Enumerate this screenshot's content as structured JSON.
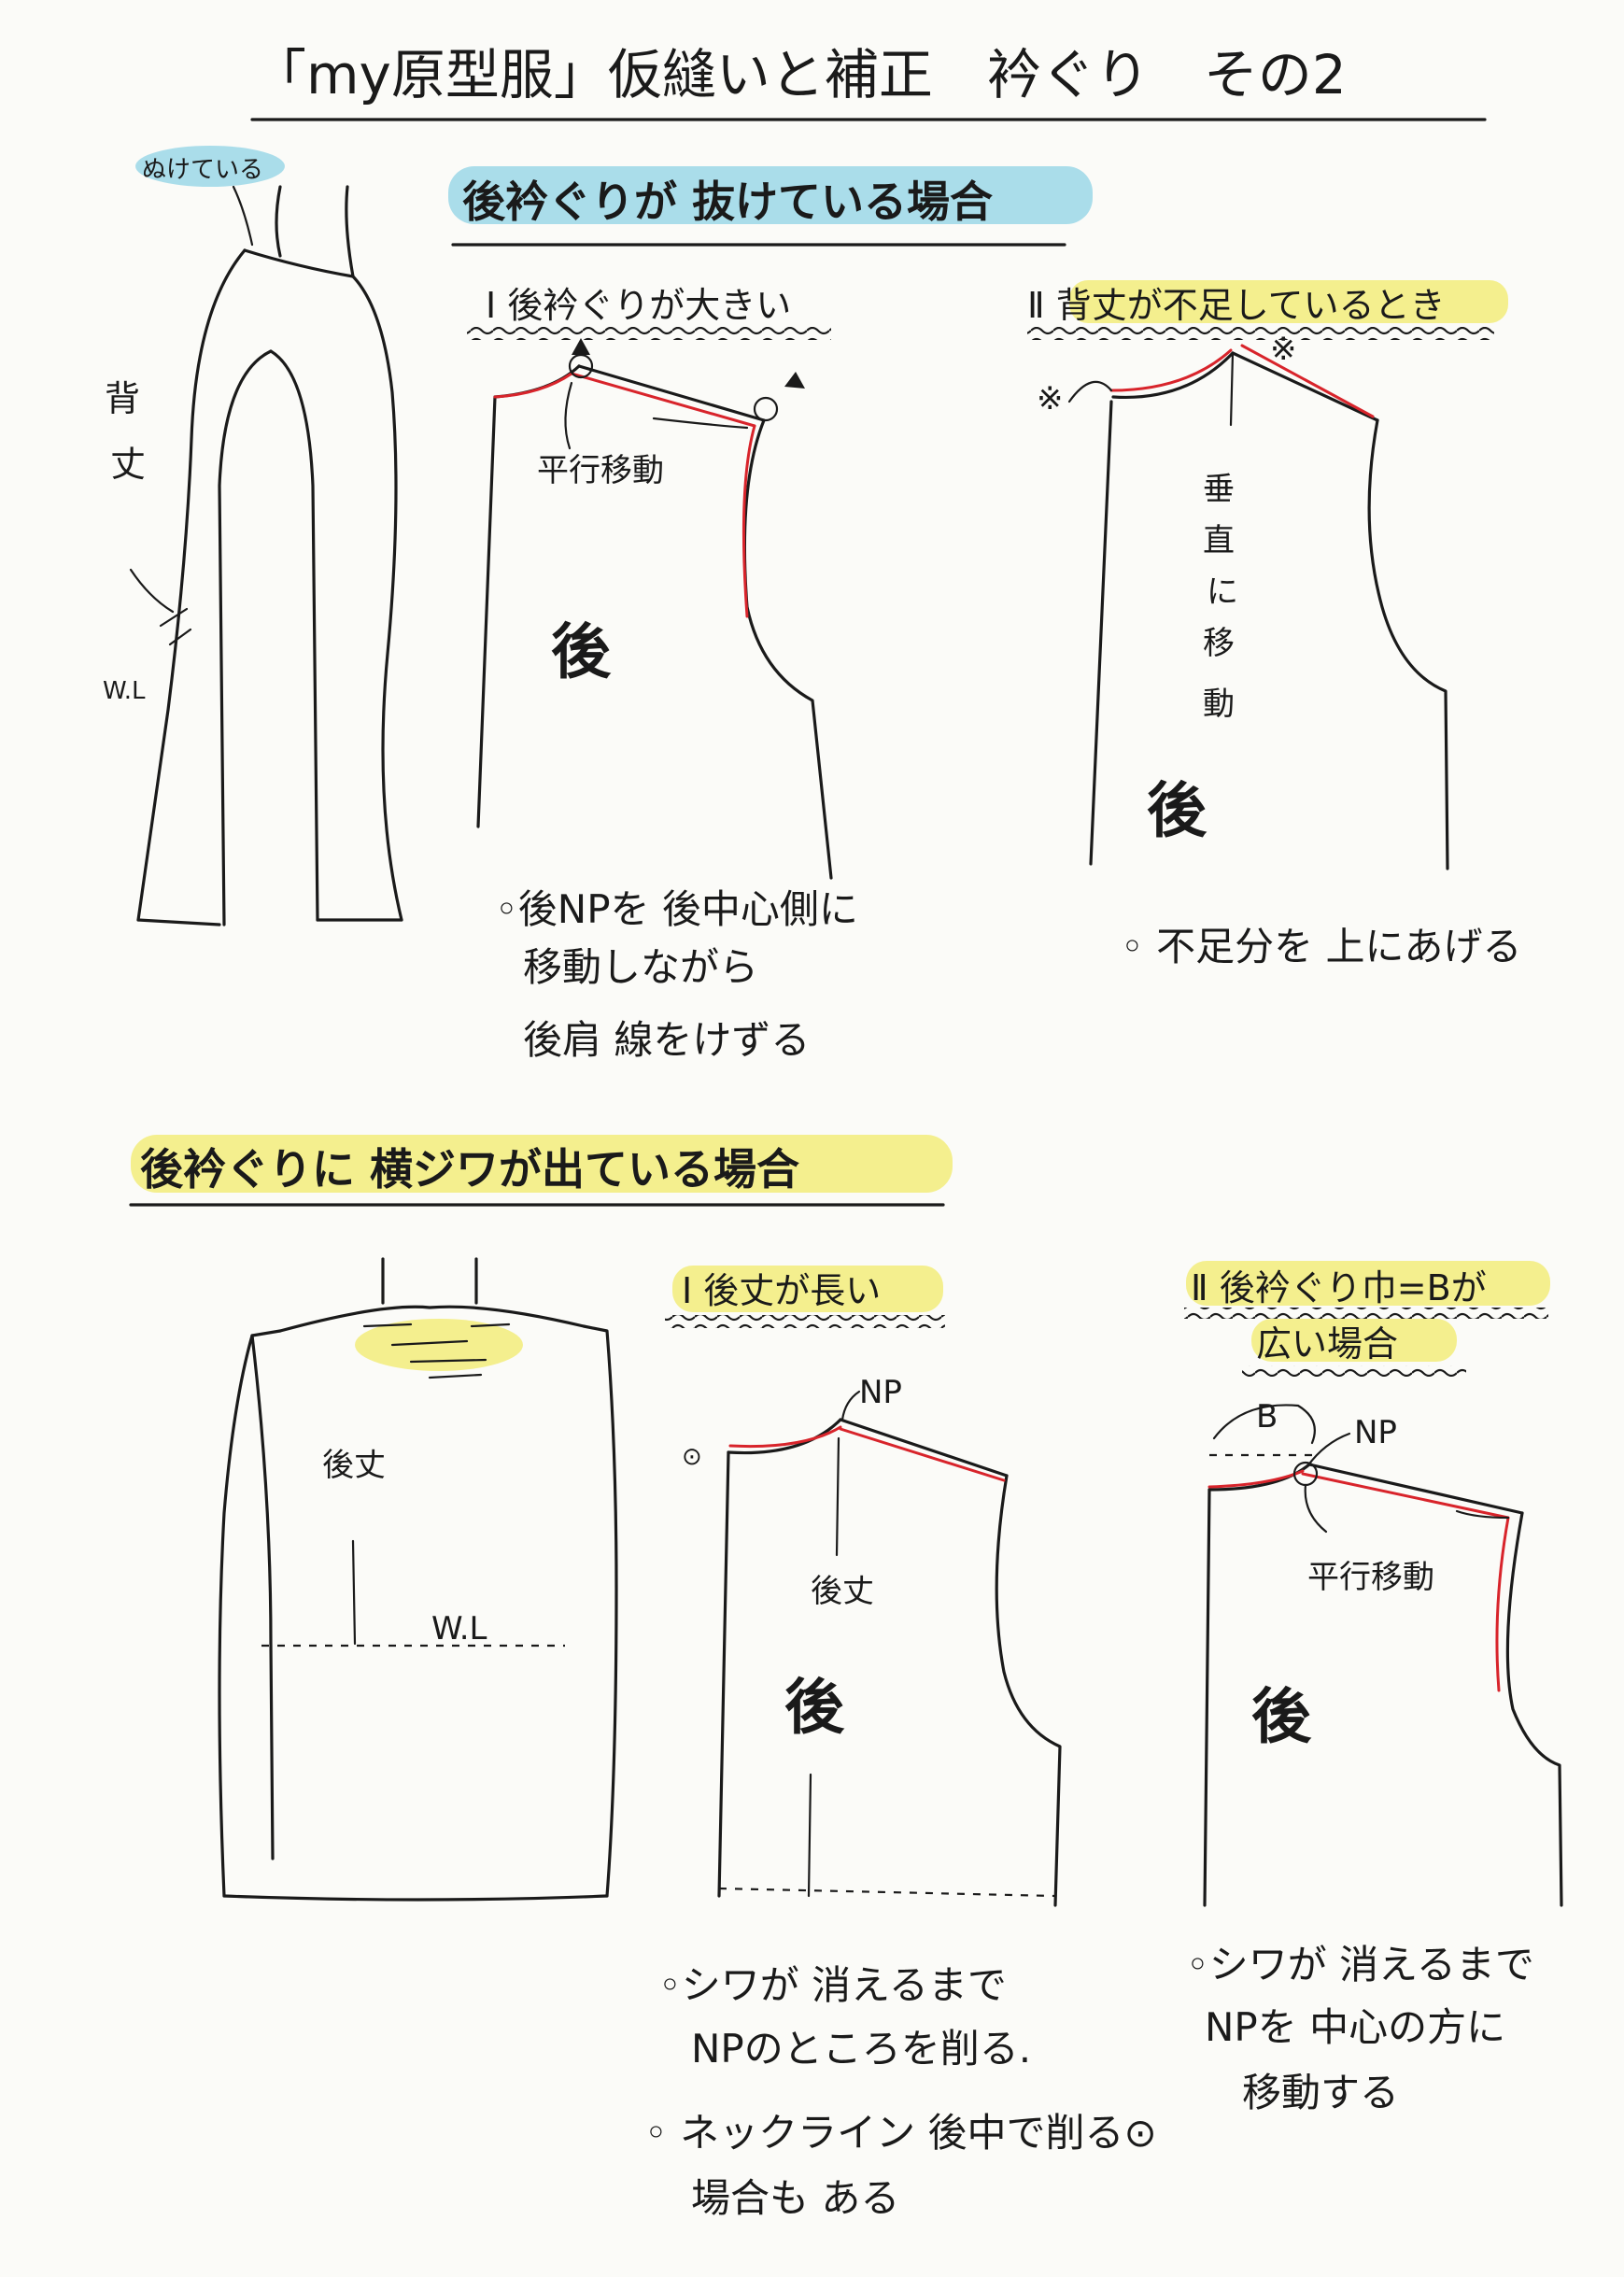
{
  "title": "「my原型服」仮縫いと補正　衿ぐり　その2",
  "section1": {
    "heading": "後衿ぐりが 抜けている場合",
    "figure_labels": {
      "loose": "ぬけている",
      "back_length": "背丈",
      "waist": "W.L"
    },
    "case1": {
      "heading": "Ⅰ 後衿ぐりが大きい",
      "arrow_label": "平行移動",
      "panel_label": "後",
      "note_lines": [
        "◦後NPを 後中心側に",
        "移動しながら",
        "後肩 線をけずる"
      ]
    },
    "case2": {
      "heading": "Ⅱ 背丈が不足しているとき",
      "mark": "※",
      "vertical_label": [
        "垂",
        "直",
        "に",
        "移",
        "動"
      ],
      "panel_label": "後",
      "note": "◦ 不足分を 上にあげる"
    }
  },
  "section2": {
    "heading": "後衿ぐりに 横ジワが出ている場合",
    "figure_labels": {
      "back_length": "後丈",
      "waist": "W.L"
    },
    "case1": {
      "heading": "Ⅰ 後丈が長い",
      "np_label": "NP",
      "circle_mark": "⊙",
      "length_label": "後丈",
      "panel_label": "後",
      "note_lines": [
        "◦シワが 消えるまで",
        "NPのところを削る.",
        "◦ ネックライン 後中で削る⊙",
        "場合も ある"
      ]
    },
    "case2": {
      "heading_lines": [
        "Ⅱ 後衿ぐり巾=Bが",
        "広い場合"
      ],
      "b_label": "B",
      "np_label": "NP",
      "arrow_label": "平行移動",
      "panel_label": "後",
      "note_lines": [
        "◦シワが 消えるまで",
        "NPを 中心の方に",
        "移動する"
      ]
    }
  },
  "colors": {
    "ink": "#1a1a1a",
    "correction_line": "#d8242b",
    "highlight_blue": "#8fd3e6",
    "highlight_yellow": "#f3ec73",
    "paper": "#fbfbf8"
  }
}
